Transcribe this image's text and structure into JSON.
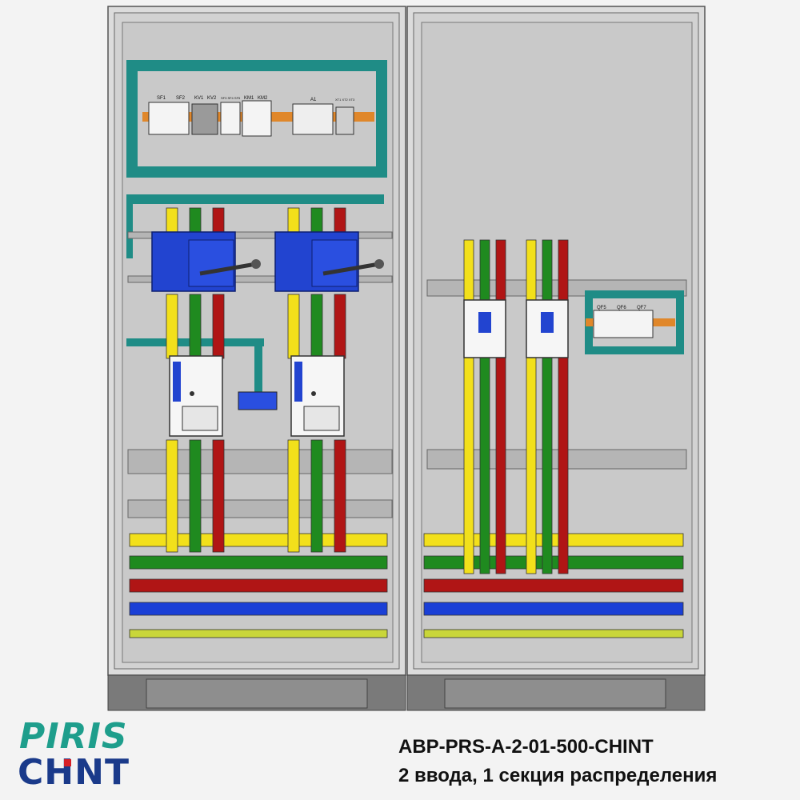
{
  "product": {
    "model": "АВР-PRS-A-2-01-500-CHINT",
    "description": "2 ввода, 1 секция распределения"
  },
  "brand": {
    "logo_line1": "PIRIS",
    "logo_line2": "CHNT"
  },
  "labels": {
    "control_devices": [
      "SF1",
      "SF2",
      "KV1",
      "KV2",
      "SF3 SF4 SF5",
      "KM1",
      "KM2",
      "A1",
      "XT1 XT2 XT3"
    ],
    "outgoing_devices": [
      "QF5",
      "QF6",
      "QF7"
    ]
  },
  "colors": {
    "phase_l1": "#f2e01b",
    "phase_l2": "#1f8a1f",
    "phase_l3": "#b01515",
    "neutral": "#1a3fd6",
    "pe": "#c9d63a",
    "mounting_frame": "#1f8c86",
    "switch_body": "#2244d0",
    "cabinet_panel": "#c8c8c8",
    "brand_green": "#1e9e8c",
    "brand_blue": "#1a3a8a",
    "brand_red": "#d61f26"
  }
}
